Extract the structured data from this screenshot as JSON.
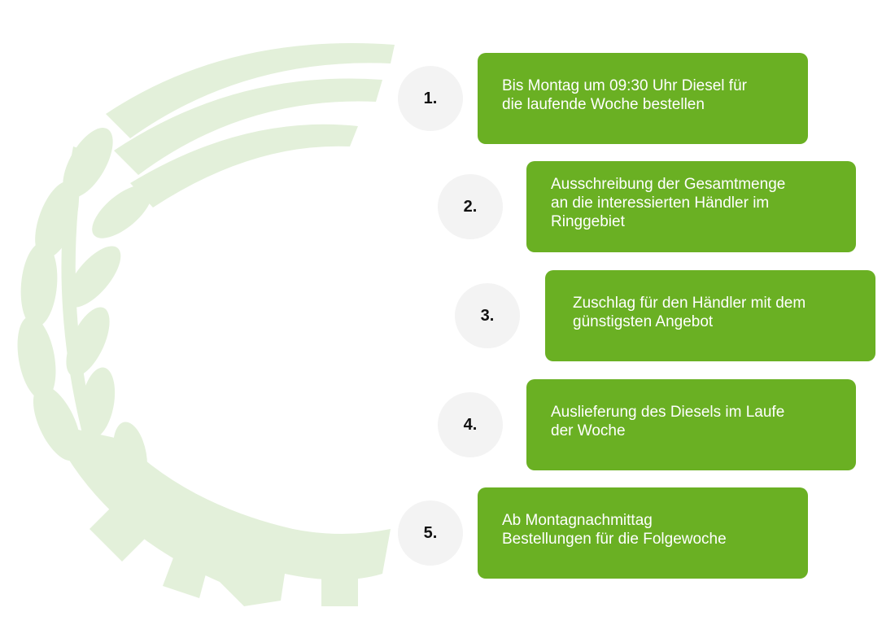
{
  "steps": [
    {
      "number": "1.",
      "text": "Bis Montag um 09:30 Uhr Diesel für\ndie laufende Woche bestellen"
    },
    {
      "number": "2.",
      "text": "Ausschreibung der Gesamtmenge\nan die interessierten Händler im\nRinggebiet"
    },
    {
      "number": "3.",
      "text": "Zuschlag für den Händler mit dem\ngünstigsten Angebot"
    },
    {
      "number": "4.",
      "text": "Auslieferung des Diesels im Laufe\nder Woche"
    },
    {
      "number": "5.",
      "text": "Ab Montagnachmittag\nBestellungen für die Folgewoche"
    }
  ],
  "colors": {
    "box": "#6ab023",
    "circle": "#f3f3f3",
    "watermark": "#e3f0da"
  },
  "watermark_icon": "wheat-gear-logo"
}
